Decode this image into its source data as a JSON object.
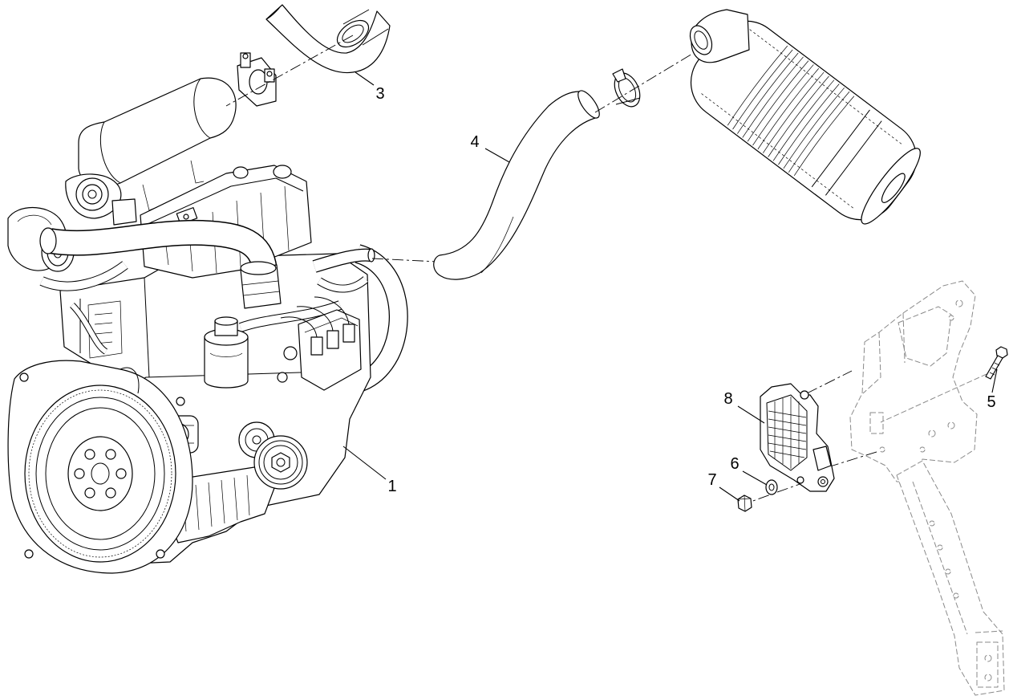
{
  "callouts": [
    "1",
    "3",
    "4",
    "5",
    "6",
    "7",
    "8"
  ],
  "colors": {
    "background": "#ffffff",
    "line": "#000000",
    "phantom_line": "#8a8a8a"
  }
}
